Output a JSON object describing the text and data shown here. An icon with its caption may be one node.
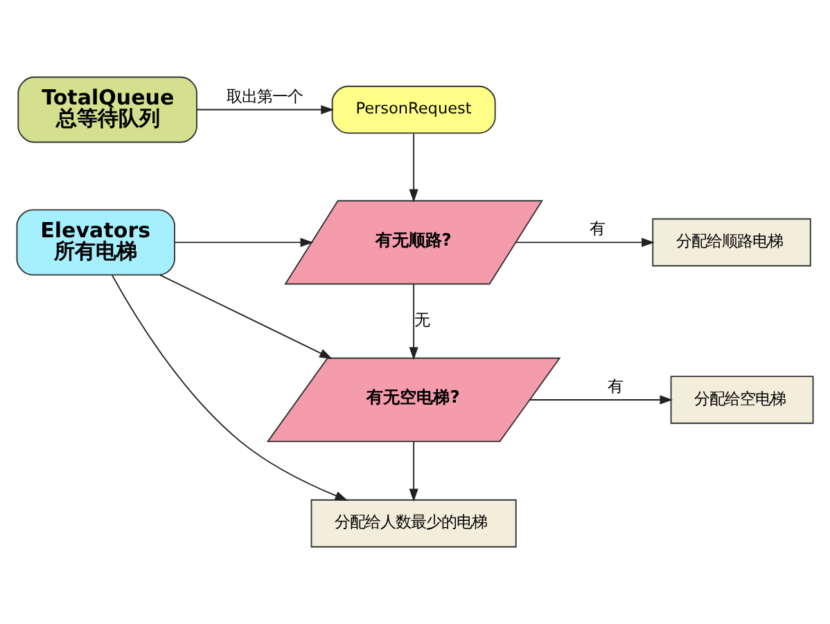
{
  "diagram": {
    "nodes": [
      {
        "text": [
          "TotalQueue",
          "总等待队列"
        ]
      },
      {
        "text": [
          "PersonRequest"
        ]
      },
      {
        "text": [
          "有无顺路?"
        ]
      },
      {
        "text": [
          "分配给顺路电梯"
        ]
      },
      {
        "text": [
          "Elevators",
          "所有电梯"
        ]
      },
      {
        "text": [
          "有无空电梯?"
        ]
      },
      {
        "text": [
          "分配给空电梯"
        ]
      },
      {
        "text": [
          "分配给人数最少的电梯"
        ]
      }
    ],
    "edges": [
      {
        "from": 0,
        "to": 1,
        "arrow": "to",
        "label": "取出第一个"
      },
      {
        "from": 1,
        "to": 2,
        "arrow": "to"
      },
      {
        "from": 2,
        "to": 3,
        "arrow": "to",
        "label": "有"
      },
      {
        "from": 4,
        "to": 2,
        "arrow": "to"
      },
      {
        "from": 2,
        "to": 5,
        "arrow": "to",
        "label": "无"
      },
      {
        "from": 5,
        "to": 6,
        "arrow": "to",
        "label": "有"
      },
      {
        "from": 4,
        "to": 5,
        "arrow": "to"
      },
      {
        "from": 5,
        "to": 7,
        "arrow": "to"
      },
      {
        "from": 4,
        "to": 7,
        "arrow": "to"
      }
    ]
  }
}
